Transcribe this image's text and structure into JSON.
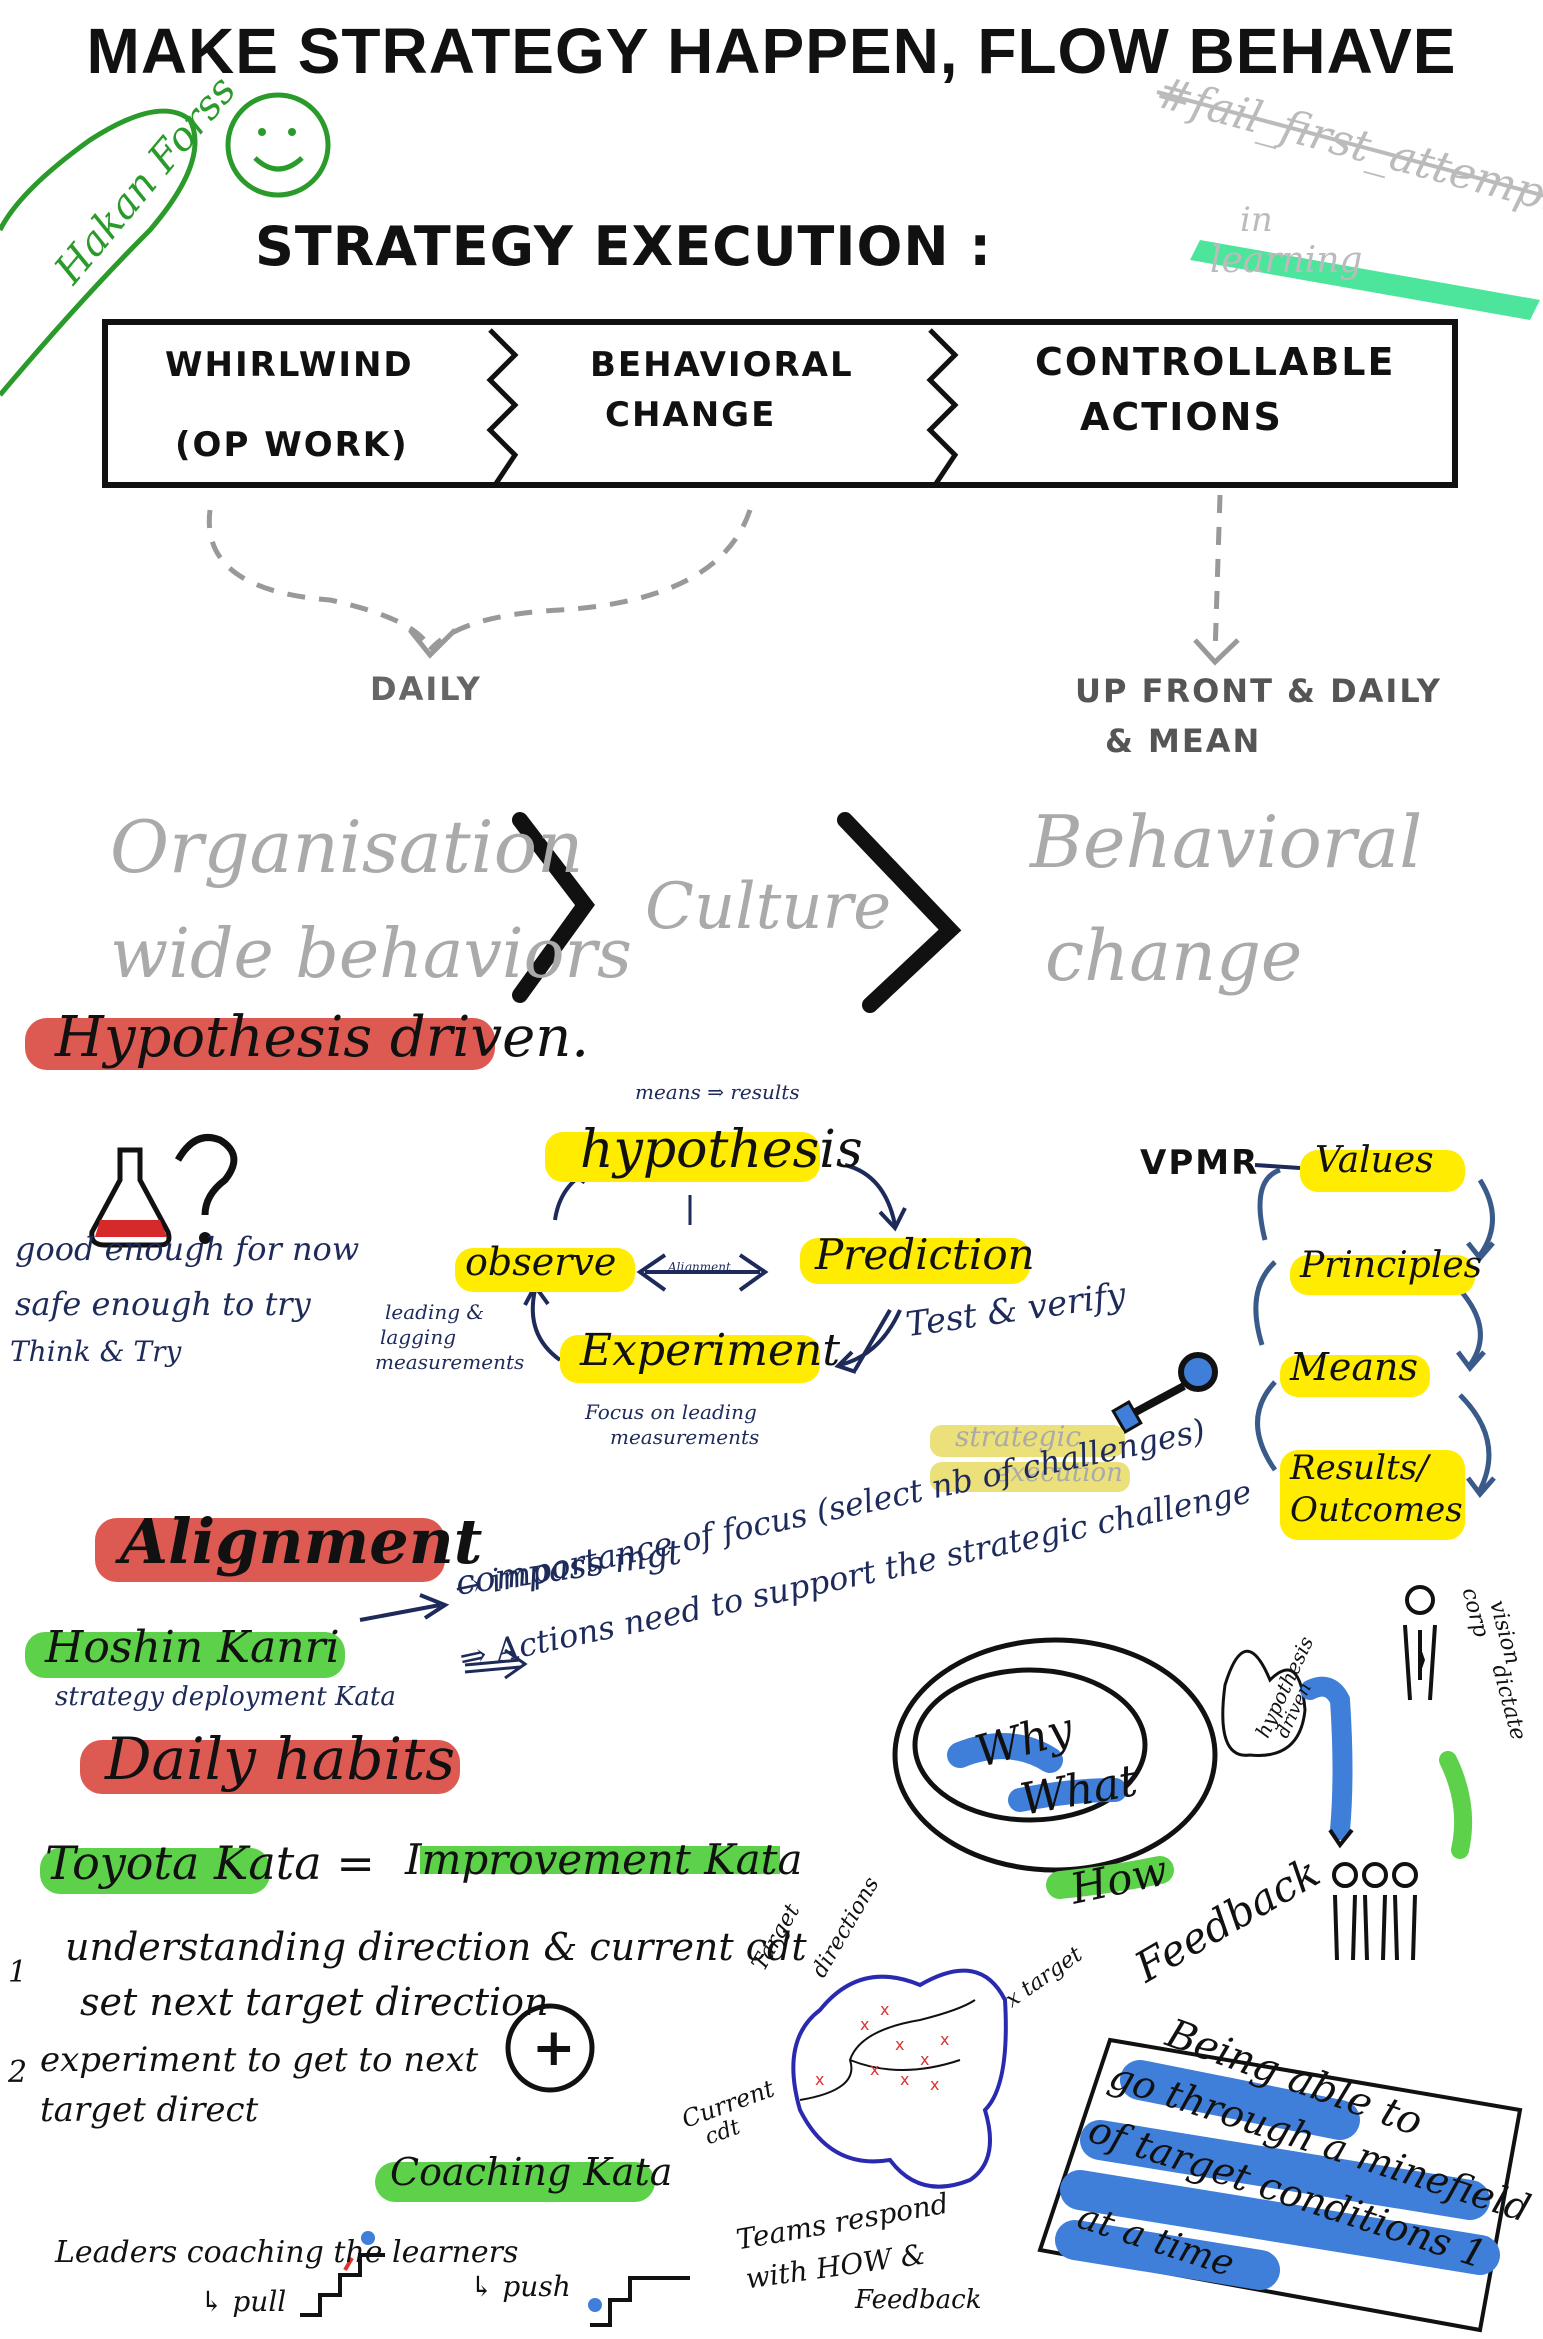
{
  "title": "MAKE STRATEGY HAPPEN, FLOW BEHAVE",
  "author": "Hakan Forss",
  "hashtag": [
    "#fail_first_attempt",
    "in",
    "learning"
  ],
  "strategy_execution": {
    "label": "STRATEGY EXECUTION :",
    "boxes": [
      {
        "line1": "WHIRLWIND",
        "line2": "(OP WORK)"
      },
      {
        "line1": "BEHAVIORAL",
        "line2": "CHANGE"
      },
      {
        "line1": "CONTROLLABLE",
        "line2": "ACTIONS"
      }
    ],
    "daily": "DAILY",
    "upfront_line1": "UP FRONT & DAILY",
    "upfront_line2": "& MEAN"
  },
  "culture_chain": {
    "left_line1": "Organisation",
    "left_line2": "wide behaviors",
    "middle": "Culture",
    "right_line1": "Behavioral",
    "right_line2": "change"
  },
  "hypothesis_driven": {
    "heading": "Hypothesis driven.",
    "notes": [
      "good enough for now",
      "safe enough to try",
      "Think & Try"
    ]
  },
  "cycle": {
    "means_results": "means ⇒ results",
    "hypothesis": "hypothesis",
    "prediction": "Prediction",
    "experiment": "Experiment",
    "observe": "observe",
    "alignment": "Alignment",
    "test_verify": "Test & verify",
    "leading_lagging": [
      "leading &",
      "lagging",
      "measurements"
    ],
    "focus_leading": [
      "Focus on leading",
      "measurements"
    ]
  },
  "vpmr": {
    "label": "VPMR",
    "items": [
      "Values",
      "Principles",
      "Means",
      "Results/",
      "Outcomes"
    ],
    "strategic_execution": [
      "strategic",
      "execution"
    ]
  },
  "alignment_section": {
    "heading": "Alignment",
    "hoshin": "Hoshin Kanri",
    "hoshin_sub": "strategy deployment Kata",
    "notes": [
      "compass mgt",
      "→ importance of focus (select nb of challenges)",
      "⇒ Actions need to support the strategic challenge"
    ]
  },
  "daily_habits": {
    "heading": "Daily habits",
    "toyota": "Toyota Kata =",
    "improvement": "Improvement Kata",
    "step1a": "understanding direction & current cdt",
    "step1b": "set next target direction",
    "step2a": "experiment to get to next",
    "step2b": "target direct",
    "num1": "1",
    "num2": "2",
    "plus": "+",
    "coaching": "Coaching Kata",
    "leaders": "Leaders coaching the learners",
    "pull": "↳ pull",
    "push": "↳ push",
    "teams": [
      "Teams respond",
      "with HOW &",
      "Feedback"
    ]
  },
  "golden_circle": {
    "why": "Why",
    "what": "What",
    "how": "How",
    "feedback": "Feedback",
    "hyp_bubble": [
      "hypothesis",
      "driven"
    ],
    "corp_dictate": [
      "corp",
      "vision",
      "dictate"
    ]
  },
  "minefield": {
    "target_direction": [
      "Target",
      "directions"
    ],
    "x_target": "x target",
    "current": [
      "Current",
      "cdt"
    ],
    "quote": [
      "Being able to",
      "go through a minefield",
      "of target conditions 1",
      "at a time"
    ]
  },
  "colors": {
    "red": "#dc5a52",
    "green": "#5ed14a",
    "yellow": "#ffec00",
    "blue": "#3f7fd9",
    "navy": "#1d2a5a",
    "grey": "#aaaaaa"
  }
}
